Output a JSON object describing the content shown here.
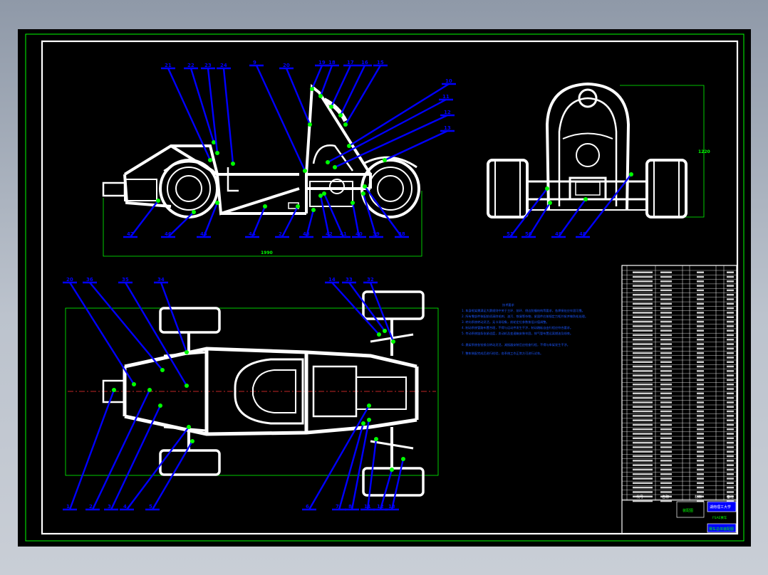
{
  "drawing": {
    "side_labels_top": [
      "21",
      "22",
      "23",
      "24",
      "9",
      "20",
      "19",
      "18",
      "17",
      "16",
      "15",
      "10",
      "11",
      "12",
      "13"
    ],
    "side_labels_bottom": [
      "47",
      "46",
      "45",
      "44",
      "2",
      "43",
      "42",
      "41",
      "40",
      "39",
      "38",
      "37"
    ],
    "rear_labels": [
      "51",
      "50",
      "49",
      "48"
    ],
    "plan_labels_top": [
      "20",
      "36",
      "35",
      "34",
      "14",
      "33",
      "32"
    ],
    "plan_labels_bottom": [
      "1",
      "2",
      "3",
      "4",
      "5",
      "6",
      "7",
      "8",
      "11",
      "12",
      "13"
    ],
    "tech_notes_title": "技术要求",
    "tech_notes": [
      "1. 车身框架需满足大赛规则中关于主环、前环、侧边防撞结构等要求，各焊接处应牢固可靠。",
      "2. 所有零部件装配前须清除毛刺、油污、铁屑等杂物，紧固件应按规定力矩拧紧并做防松处理。",
      "3. 转向系统转动灵活，无卡滞现象，前轮定位参数按设计值调整。",
      "4. 制动系统管路布置合理，不得与运动件发生干涉，制动踏板自由行程应符合要求。",
      "5. 传动系统链条张紧适度，发动机及变速箱安装牢固，排气管布置远离燃油及线束。",
      "6. 悬架系统各铰接点转动灵活，减振器安装后应检查行程，不得与车架发生干涉。",
      "7. 整车装配完成后进行检验，各系统工作正常方可进行试车。"
    ],
    "school": "湖南理工大学",
    "drawing_title": "赛车总体装配图",
    "sub_title": "FSAE赛车",
    "stamp": "装配图",
    "header_code": "代号",
    "header_name": "名称",
    "header_material": "材料",
    "header_note": "备注"
  }
}
